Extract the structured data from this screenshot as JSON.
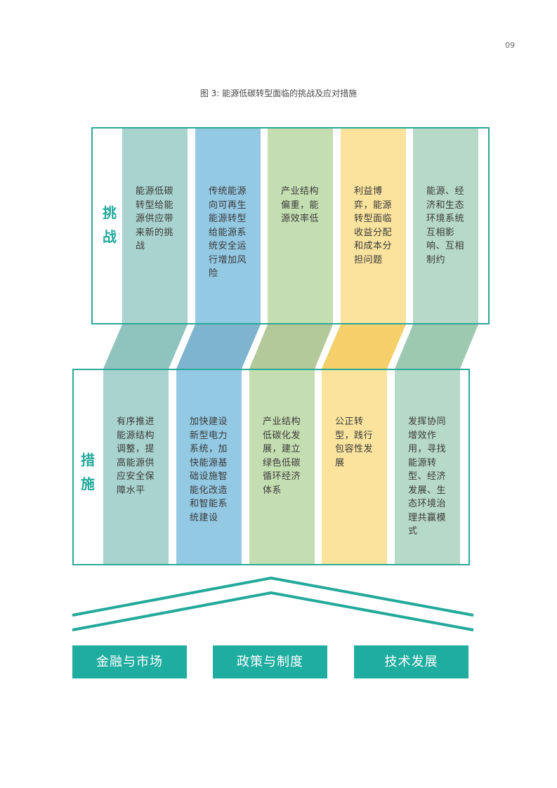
{
  "page_number": "09",
  "figure_title": "图 3: 能源低碳转型面临的挑战及应对措施",
  "challenge": {
    "label": "挑\n战",
    "items": [
      {
        "text": "能源低碳转型给能源供应带来新的挑战",
        "color": "#a9d3ce",
        "connector": "#8fc3bd"
      },
      {
        "text": "传统能源向可再生能源转型给能源系统安全运行增加风险",
        "color": "#93c9e3",
        "connector": "#7fb4cf"
      },
      {
        "text": "产业结构偏重，能源效率低",
        "color": "#c4deb1",
        "connector": "#b3c99a"
      },
      {
        "text": "利益博弈，能源转型面临收益分配和成本分担问题",
        "color": "#f9e39d",
        "connector": "#f4cf6a"
      },
      {
        "text": "能源、经济和生态环境系统互相影响、互相制约",
        "color": "#b7d9c7",
        "connector": "#9ec9b1"
      }
    ]
  },
  "measure": {
    "label": "措\n施",
    "items": [
      {
        "text": "有序推进能源结构调整，提高能源供应安全保障水平",
        "color": "#a9d3ce"
      },
      {
        "text": "加快建设新型电力系统，加快能源基础设施智能化改造和智能系统建设",
        "color": "#93c9e3"
      },
      {
        "text": "产业结构低碳化发展，建立绿色低碳循环经济体系",
        "color": "#c4deb1"
      },
      {
        "text": "公正转型，践行包容性发展",
        "color": "#f9e39d"
      },
      {
        "text": "发挥协同增效作用，寻找能源转型、经济发展、生态环境治理共赢模式",
        "color": "#b7d9c7"
      }
    ]
  },
  "pillars": [
    "金融与市场",
    "政策与制度",
    "技术发展"
  ],
  "colors": {
    "accent": "#22a99a",
    "frame": "#2aa898",
    "pillar": "#1fada0"
  }
}
